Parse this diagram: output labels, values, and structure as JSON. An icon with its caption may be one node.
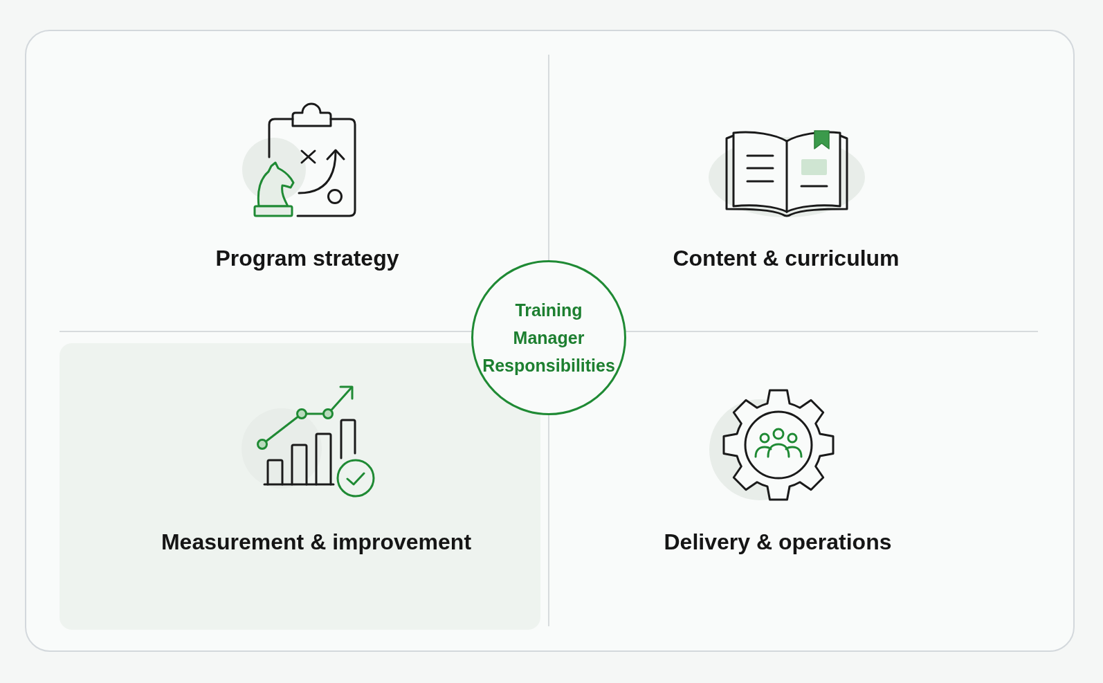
{
  "diagram": {
    "nodes": [
      {
        "text": [
          "Program strategy"
        ]
      },
      {
        "text": [
          "Content & curriculum"
        ]
      },
      {
        "text": [
          "Training Manager Responsibilities"
        ]
      },
      {
        "text": [
          "Measurement & improvement"
        ]
      },
      {
        "text": [
          "Delivery & operations"
        ]
      }
    ]
  }
}
